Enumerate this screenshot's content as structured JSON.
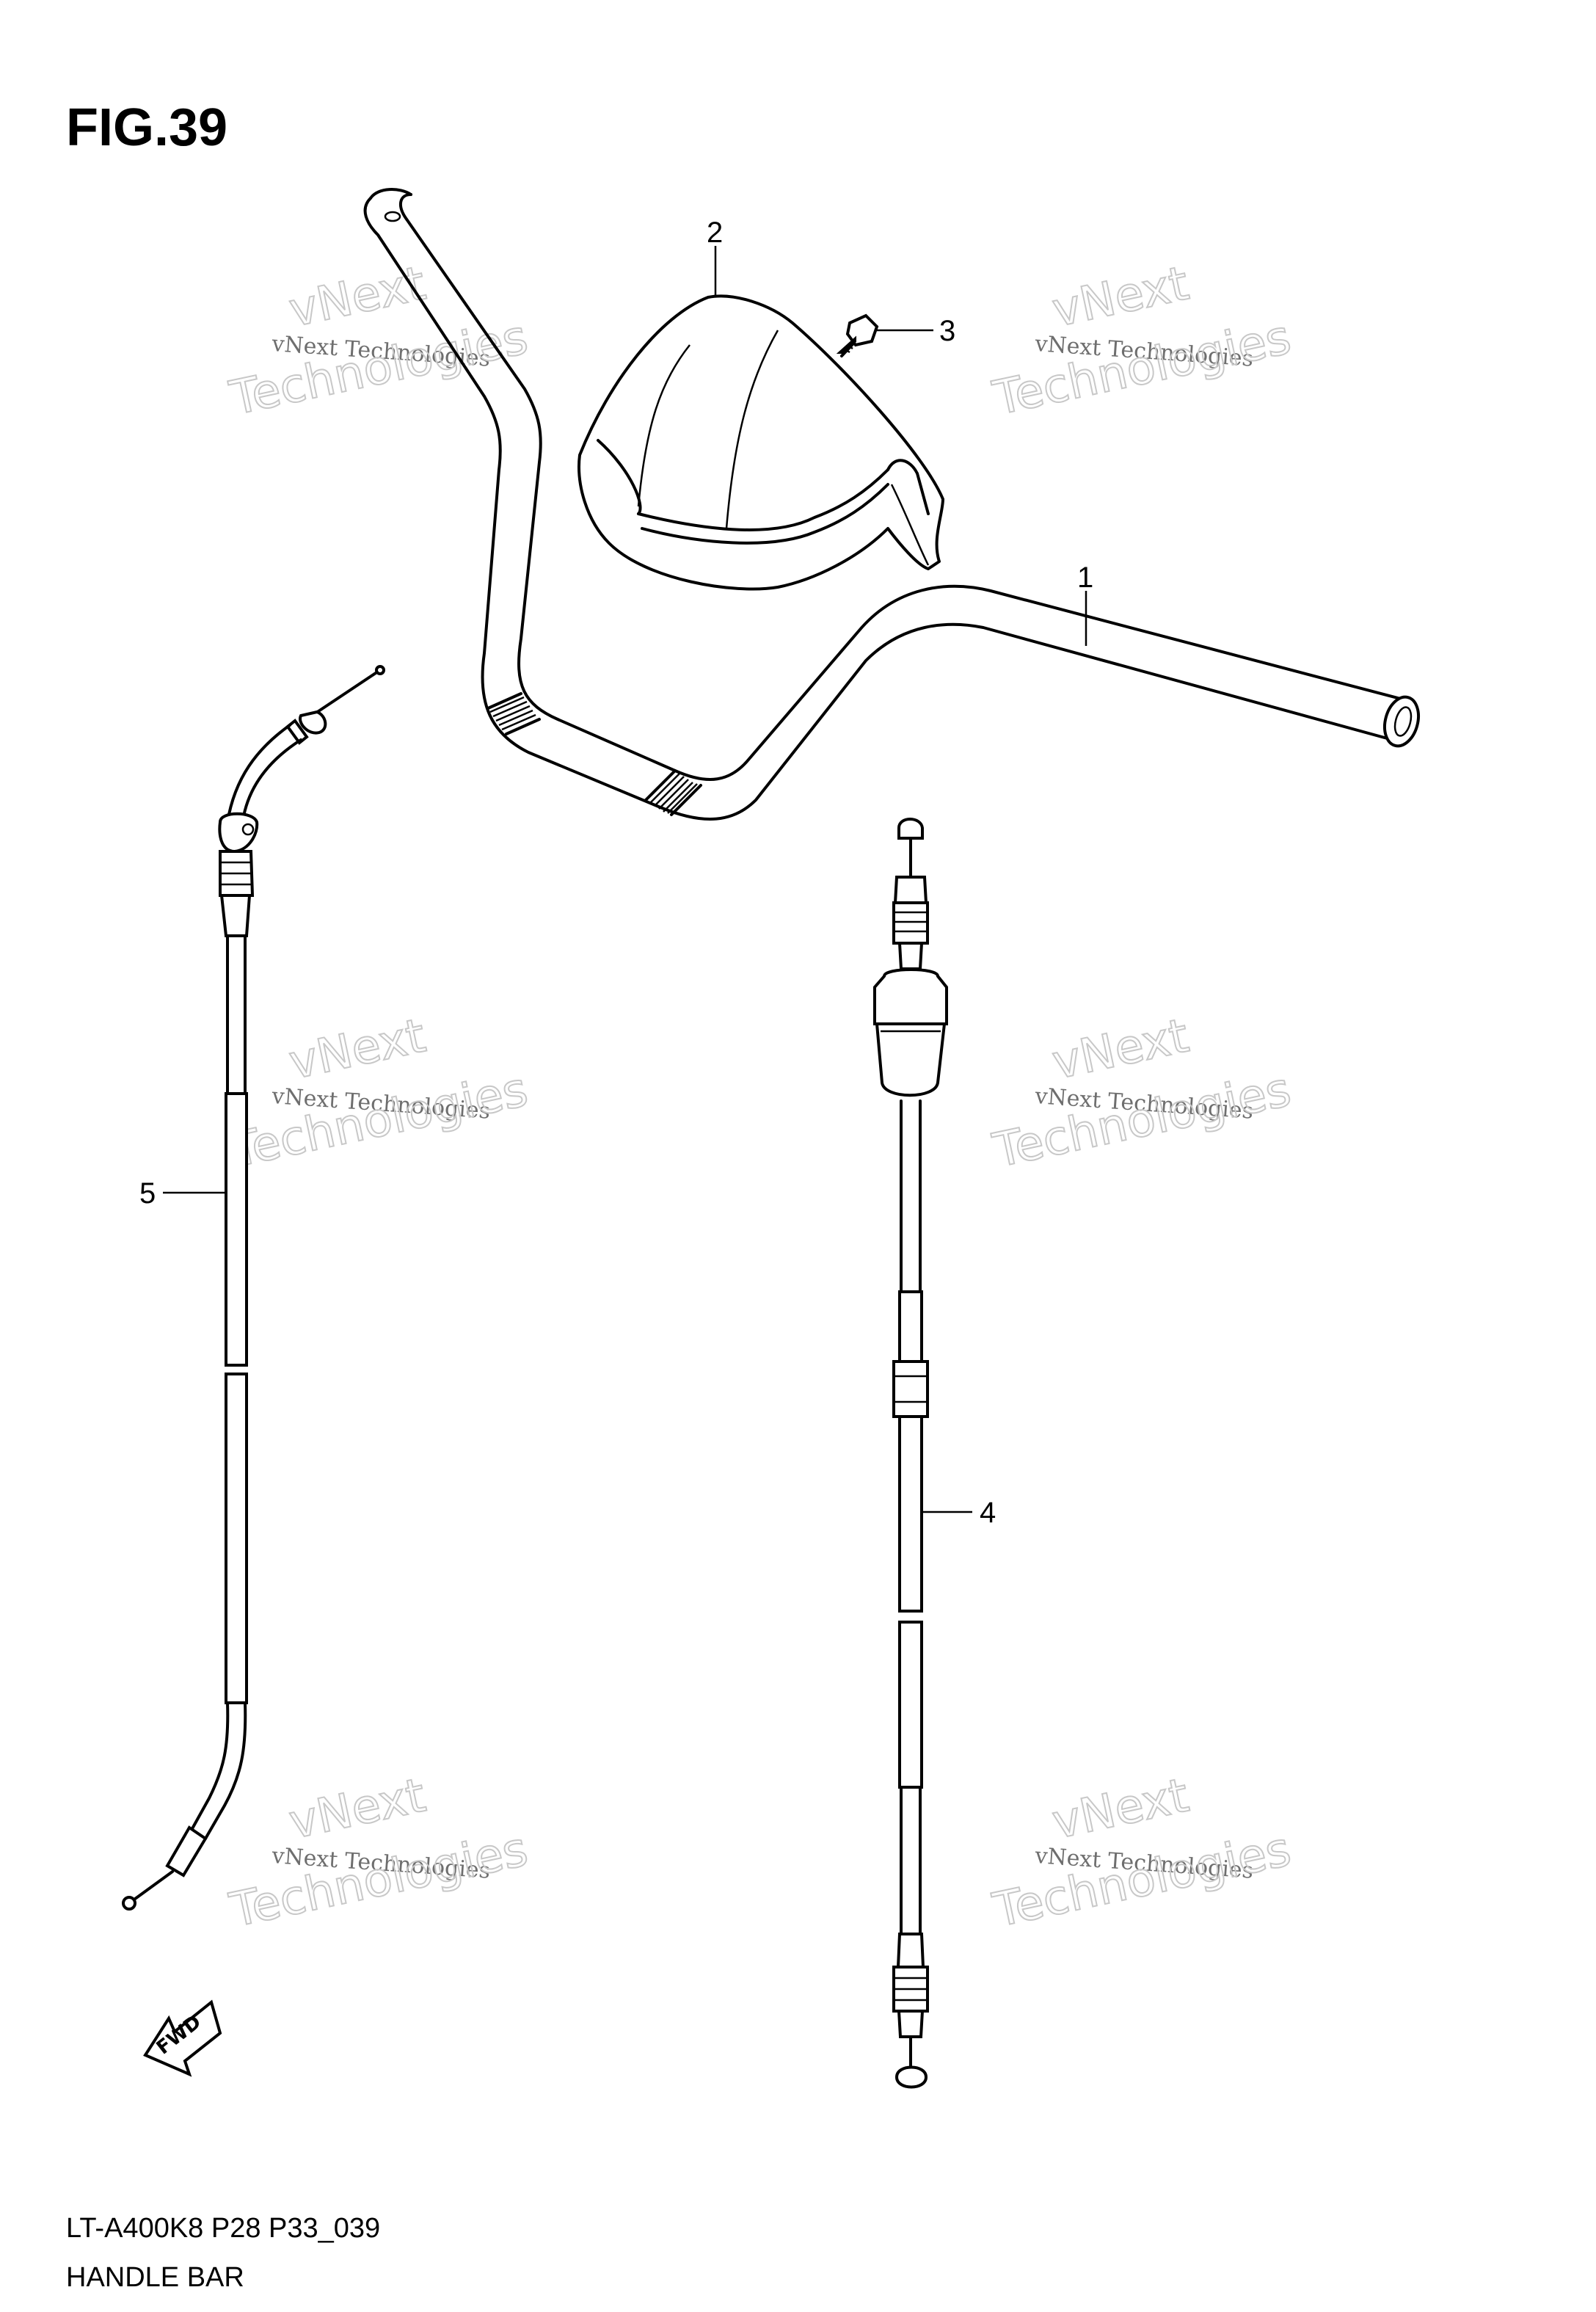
{
  "figure": {
    "title": "FIG.39",
    "caption_model": "LT-A400K8 P28 P33_039",
    "caption_name": "HANDLE BAR"
  },
  "callouts": [
    "1",
    "2",
    "3",
    "4",
    "5"
  ],
  "direction_badge": "FWD",
  "watermark": {
    "line1": "vNext",
    "line2": "vNext Technologies",
    "line3": "Technologies"
  }
}
